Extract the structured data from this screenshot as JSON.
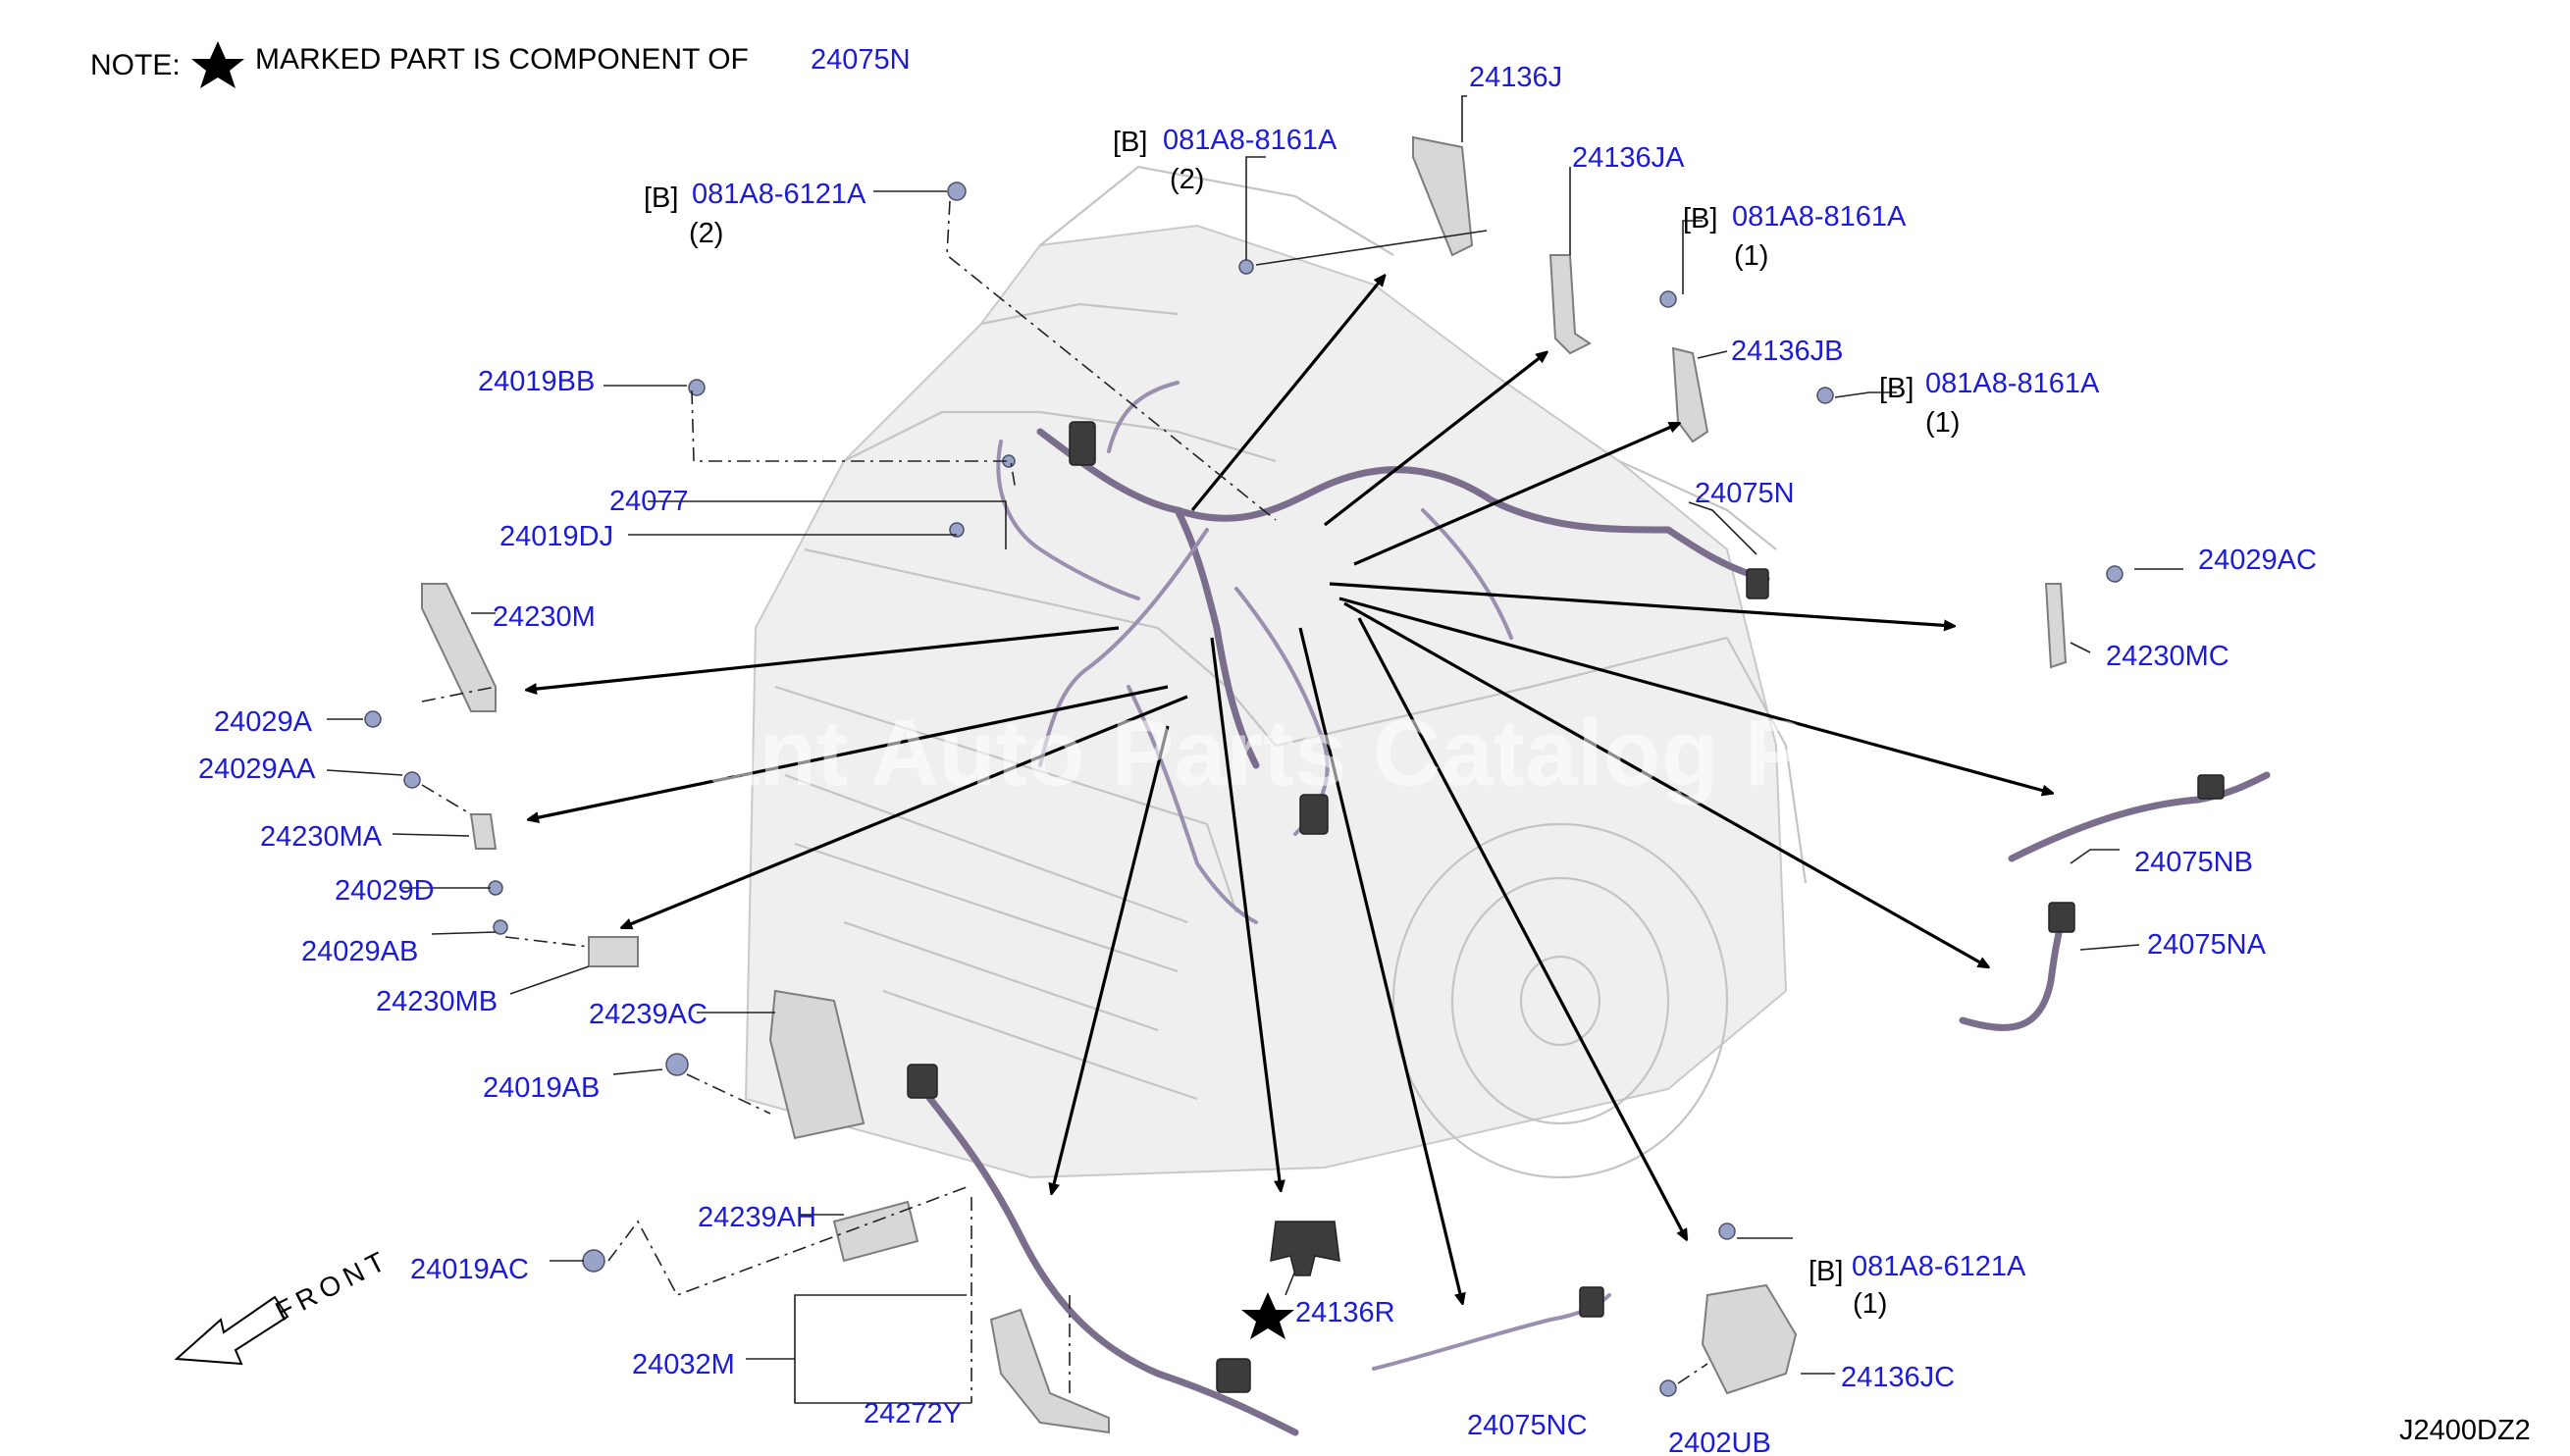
{
  "note": {
    "prefix": "NOTE:",
    "text": "MARKED PART IS COMPONENT OF",
    "ref": "24075N"
  },
  "bracket_tag": "[B]",
  "labels": {
    "p24136J": "24136J",
    "p24136JA": "24136JA",
    "p24136JB": "24136JB",
    "b8161A_top": "081A8-8161A",
    "b8161A_top_qty": "(2)",
    "b6121A_top": "081A8-6121A",
    "b6121A_top_qty": "(2)",
    "b8161A_r1": "081A8-8161A",
    "b8161A_r1_qty": "(1)",
    "b8161A_r2": "081A8-8161A",
    "b8161A_r2_qty": "(1)",
    "p24019BB": "24019BB",
    "p24077": "24077",
    "p24019DJ": "24019DJ",
    "p24075N": "24075N",
    "p24230M": "24230M",
    "p24029AC": "24029AC",
    "p24230MC": "24230MC",
    "p24029A": "24029A",
    "p24029AA": "24029AA",
    "p24230MA": "24230MA",
    "p24075NB": "24075NB",
    "p24029D": "24029D",
    "p24029AB": "24029AB",
    "p24075NA": "24075NA",
    "p24230MB": "24230MB",
    "p24239AC": "24239AC",
    "p24019AB": "24019AB",
    "p24239AH": "24239AH",
    "p24019AC": "24019AC",
    "b6121A_bot": "081A8-6121A",
    "b6121A_bot_qty": "(1)",
    "p24136R": "24136R",
    "p24032M": "24032M",
    "p24272Y": "24272Y",
    "p24075NC": "24075NC",
    "p24136JC": "24136JC",
    "p2402UB": "2402UB",
    "front": "FRONT",
    "diagram_code": "J2400DZ2"
  },
  "watermark": "ant Auto Parts Catalog P",
  "colors": {
    "part_number": "#1c1cd6",
    "text": "#000000",
    "harness": "#7a6e8c"
  },
  "icons": {
    "component_marker": "star-icon",
    "front_direction": "front-arrow-icon"
  }
}
